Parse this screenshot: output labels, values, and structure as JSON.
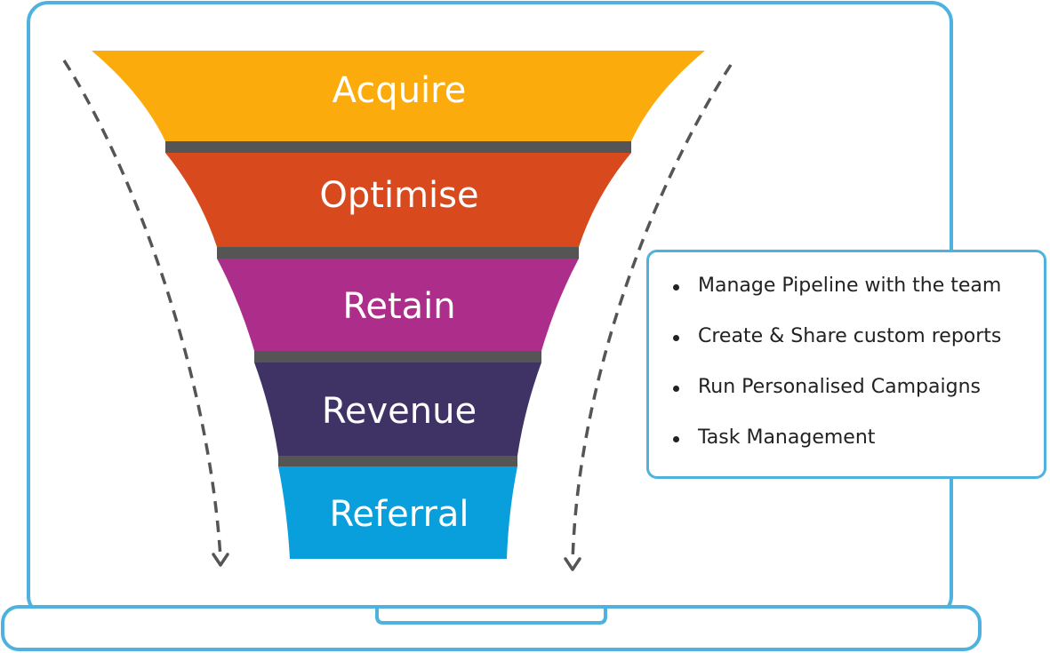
{
  "funnel": {
    "stages": [
      {
        "label": "Acquire",
        "color": "#fbab0c"
      },
      {
        "label": "Optimise",
        "color": "#d8491e"
      },
      {
        "label": "Retain",
        "color": "#ad2e8a"
      },
      {
        "label": "Revenue",
        "color": "#3f3366"
      },
      {
        "label": "Referral",
        "color": "#089fdc"
      }
    ],
    "separator_color": "#555555"
  },
  "colors": {
    "laptop_outline": "#4db2de",
    "arrow": "#555555"
  },
  "features": {
    "items": [
      "Manage Pipeline with the team",
      "Create & Share custom reports",
      "Run Personalised Campaigns",
      "Task Management"
    ]
  }
}
